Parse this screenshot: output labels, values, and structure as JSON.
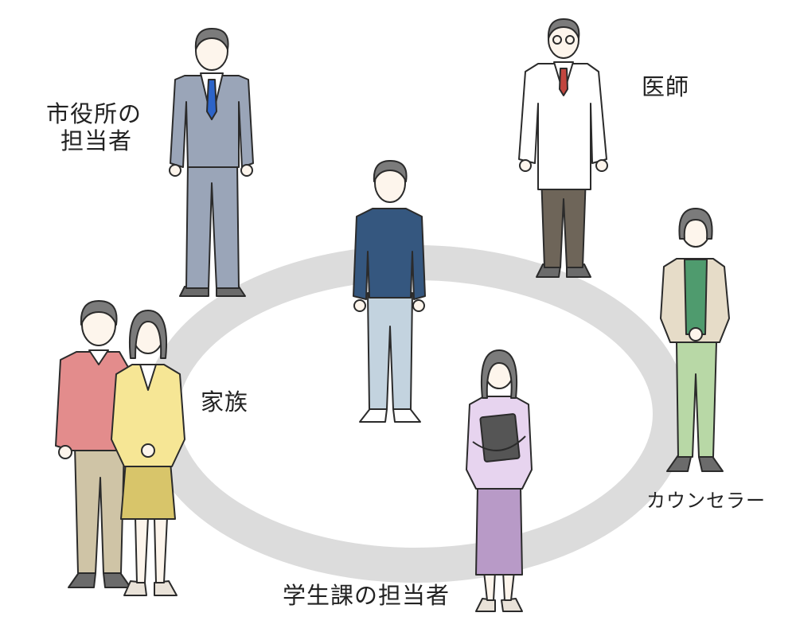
{
  "labels": {
    "city_office_line1": "市役所の",
    "city_office_line2": "担当者",
    "doctor": "医師",
    "family": "家族",
    "counselor": "カウンセラー",
    "student_affairs": "学生課の担当者"
  },
  "colors": {
    "ring": "#dcdcdc",
    "outline": "#2b2b2b",
    "student_sweater": "#35577f",
    "student_pants": "#c3d3df",
    "city_suit": "#9aa5b8",
    "city_tie": "#2d64c8",
    "doctor_coat": "#ffffff",
    "doctor_pants": "#6e6559",
    "doctor_tie": "#c2463f",
    "counselor_jacket": "#e6dcc8",
    "counselor_top": "#4f9b6e",
    "counselor_pants": "#b8d8a6",
    "father_sweater": "#e38c8c",
    "father_pants": "#cfc4a6",
    "mother_cardigan": "#f6e695",
    "mother_skirt": "#d8c56a",
    "staff_jacket": "#e7d4ef",
    "staff_skirt": "#b89ac7",
    "hair": "#7b7b7b",
    "skin": "#fdf5ec",
    "shoe": "#6b6b6b"
  }
}
